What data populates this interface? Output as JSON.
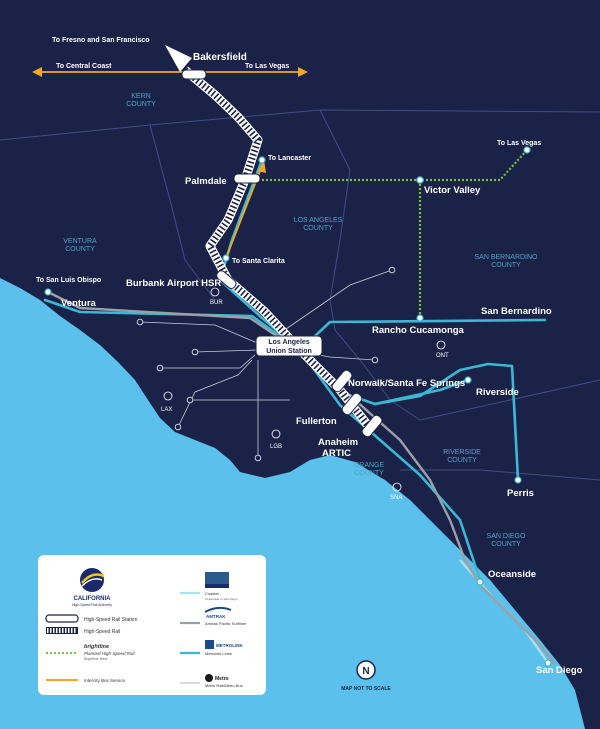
{
  "colors": {
    "land": "#1a2247",
    "ocean": "#5bc0eb",
    "hsr": "#ffffff",
    "metrolink": "#3ab8d5",
    "pacific_surfliner": "#9aa0a6",
    "brightline": "#79c142",
    "bus": "#f5a623"
  },
  "directions": {
    "fresno_sf": "To Fresno and San Francisco",
    "central_coast": "To Central Coast",
    "las_vegas_east": "To Las Vegas",
    "lancaster": "To Lancaster",
    "las_vegas_ne": "To Las Vegas",
    "santa_clarita": "To Santa Clarita",
    "san_luis_obispo": "To San Luis Obispo"
  },
  "stations": {
    "bakersfield": "Bakersfield",
    "palmdale": "Palmdale",
    "victor_valley": "Victor Valley",
    "burbank": "Burbank Airport HSR",
    "ventura": "Ventura",
    "rancho": "Rancho Cucamonga",
    "san_bernardino": "San Bernardino",
    "union_station_1": "Los Angeles",
    "union_station_2": "Union Station",
    "norwalk": "Norwalk/Santa Fe Springs",
    "riverside": "Riverside",
    "fullerton": "Fullerton",
    "anaheim_1": "Anaheim",
    "anaheim_2": "ARTIC",
    "perris": "Perris",
    "oceanside": "Oceanside",
    "san_diego": "San Diego"
  },
  "counties": {
    "kern_1": "KERN",
    "kern_2": "COUNTY",
    "la_1": "LOS ANGELES",
    "la_2": "COUNTY",
    "ventura_1": "VENTURA",
    "ventura_2": "COUNTY",
    "sb_1": "SAN BERNARDINO",
    "sb_2": "COUNTY",
    "orange_1": "ORANGE",
    "orange_2": "COUNTY",
    "riverside_1": "RIVERSIDE",
    "riverside_2": "COUNTY",
    "sd_1": "SAN DIEGO",
    "sd_2": "COUNTY"
  },
  "airports": {
    "bur": "BUR",
    "ont": "ONT",
    "lax": "LAX",
    "lgb": "LGB",
    "sna": "SNA"
  },
  "legend": {
    "org_name": "CALIFORNIA",
    "org_sub": "High-Speed Rail Authority",
    "hsr_station": "High-Speed Rail Station",
    "hsr": "High-Speed Rail",
    "brightline_brand": "brightline",
    "brightline_desc": "Planned High-Speed Rail",
    "brightline_sub": "Brightline West",
    "bus": "Intercity Bus Service",
    "coaster_desc": "Coaster",
    "coaster_sub": "Oceanside to San Diego",
    "amtrak_brand": "AMTRAK",
    "surfliner": "Amtrak Pacific Surfliner",
    "metrolink_brand": "METROLINK",
    "metrolink": "Metrolink Lines",
    "metro_brand": "Metro",
    "metro": "Metro Rail/Metro Bus"
  },
  "compass": {
    "north": "N",
    "scale_note": "MAP NOT TO SCALE"
  }
}
